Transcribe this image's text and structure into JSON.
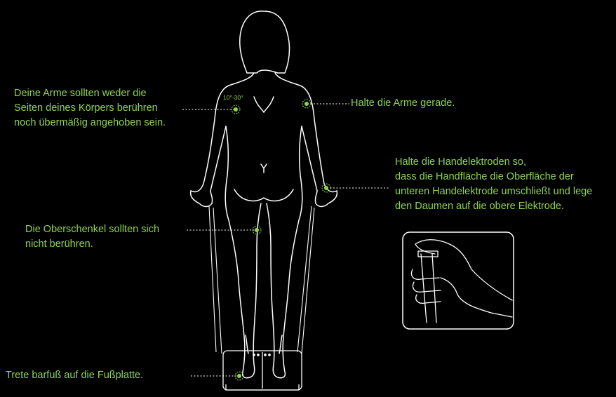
{
  "colors": {
    "background": "#000000",
    "accent": "#8fd34f",
    "outline": "#ffffff"
  },
  "angle_label": "10°-30°",
  "instructions": {
    "arms": [
      "Deine Arme sollten weder die",
      "Seiten deines Körpers berühren",
      "noch übermäßig angehoben sein."
    ],
    "arms_straight": "Halte die Arme gerade.",
    "hand_electrodes": [
      "Halte die Handelektroden so,",
      "dass die Handfläche die Oberfläche der",
      "unteren Handelektrode umschließt und lege",
      "den Daumen auf die obere Elektrode."
    ],
    "thighs": [
      "Die Oberschenkel sollten sich",
      "nicht berühren."
    ],
    "feet": "Trete barfuß auf die Fußplatte."
  },
  "icons": {
    "figure": "standing-person-back-icon",
    "scale": "body-scale-icon",
    "grip": "hand-grip-electrode-icon"
  }
}
